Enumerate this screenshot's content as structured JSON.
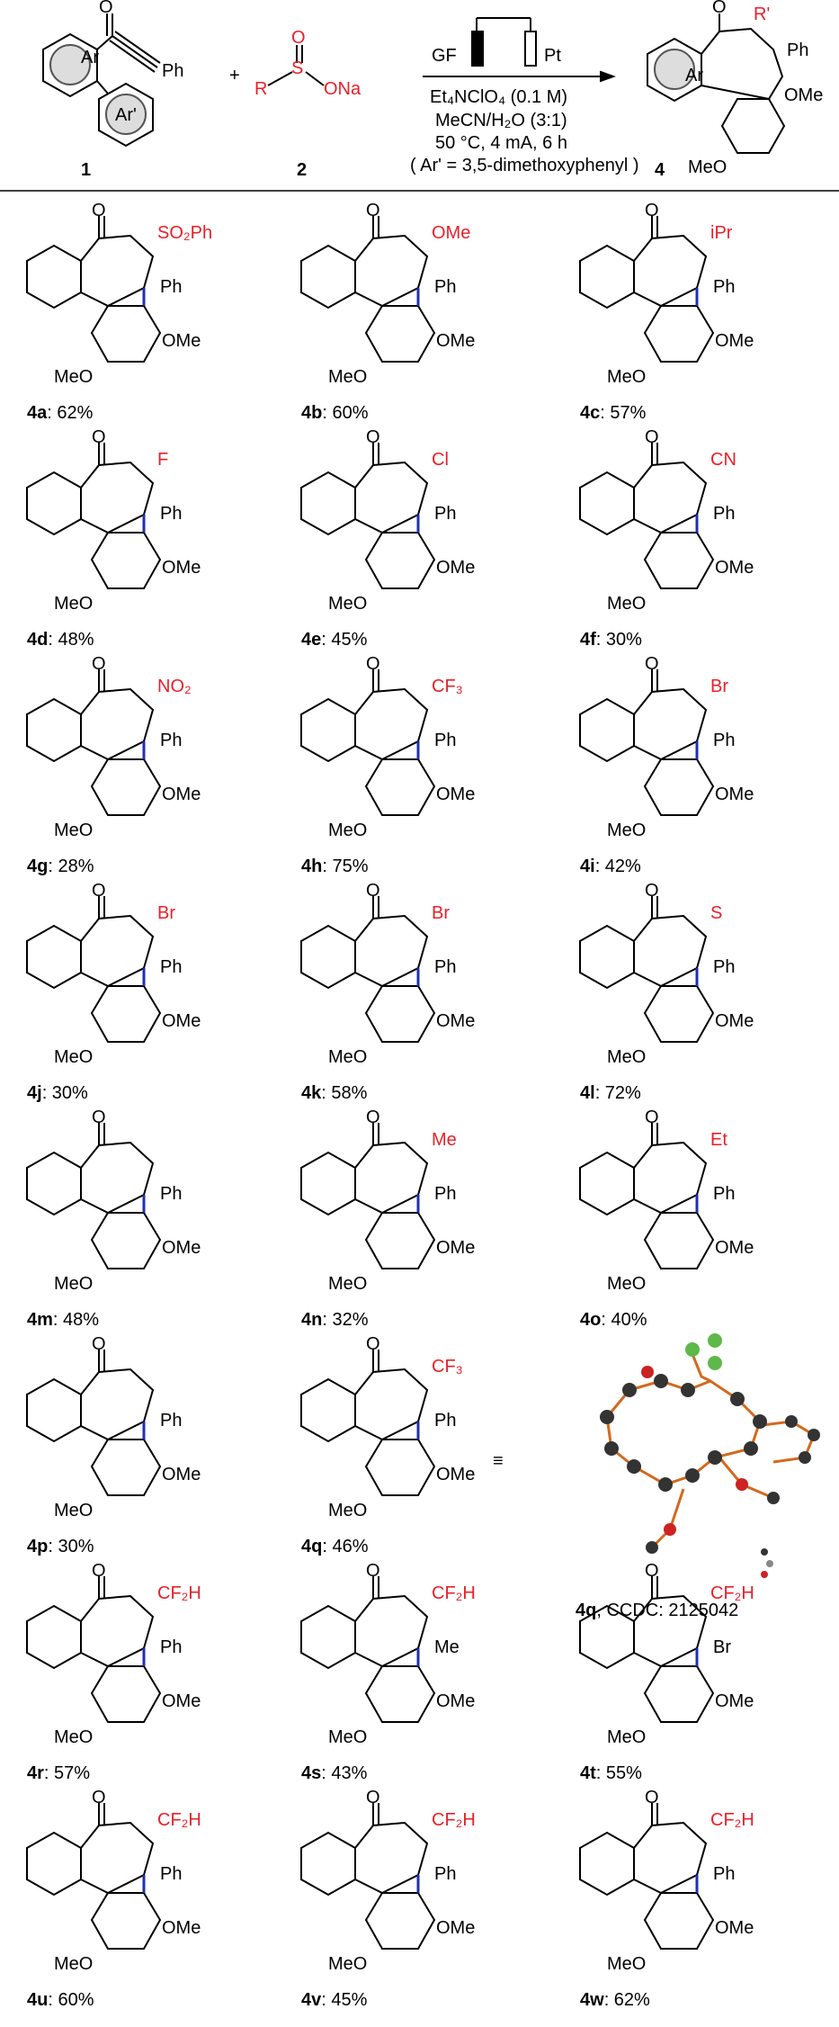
{
  "scheme": {
    "reactant1_label": "1",
    "reactant2_label": "2",
    "product_label": "4",
    "plus": "+",
    "ar": "Ar",
    "ar_prime": "Ar'",
    "ph": "Ph",
    "sulfinate_r": "R",
    "sulfinate_ona": "ONa",
    "product_r": "R'",
    "ome": "OMe",
    "meo": "MeO",
    "electrode_left": "GF",
    "electrode_right": "Pt",
    "conditions": [
      "Et₄NClO₄ (0.1 M)",
      "MeCN/H₂O (3:1)",
      "50 °C, 4 mA, 6 h",
      "( Ar' = 3,5-dimethoxyphenyl )"
    ]
  },
  "colors": {
    "accent": "#e8202a",
    "bond": "#000000",
    "new_bond": "#1f2fb5"
  },
  "products": [
    {
      "id": "4a",
      "yield": ": 62%",
      "group": "SO₂Ph",
      "aryl": "Ph"
    },
    {
      "id": "4b",
      "yield": ": 60%",
      "group": "OMe",
      "aryl": "Ph"
    },
    {
      "id": "4c",
      "yield": ": 57%",
      "group": "iPr",
      "aryl": "Ph"
    },
    {
      "id": "4d",
      "yield": ": 48%",
      "group": "F",
      "aryl": "Ph"
    },
    {
      "id": "4e",
      "yield": ": 45%",
      "group": "Cl",
      "aryl": "Ph"
    },
    {
      "id": "4f",
      "yield": ": 30%",
      "group": "CN",
      "aryl": "Ph"
    },
    {
      "id": "4g",
      "yield": ": 28%",
      "group": "NO₂",
      "aryl": "Ph"
    },
    {
      "id": "4h",
      "yield": ": 75%",
      "group": "CF₃",
      "aryl": "Ph"
    },
    {
      "id": "4i",
      "yield": ": 42%",
      "group": "Br",
      "aryl": "Ph"
    },
    {
      "id": "4j",
      "yield": ": 30%",
      "group": "Br",
      "aryl": "Ph"
    },
    {
      "id": "4k",
      "yield": ": 58%",
      "group": "Br",
      "aryl": "Ph"
    },
    {
      "id": "4l",
      "yield": ": 72%",
      "group": "S",
      "aryl": "Ph"
    },
    {
      "id": "4m",
      "yield": ": 48%",
      "group": "",
      "aryl": "Ph"
    },
    {
      "id": "4n",
      "yield": ": 32%",
      "group": "Me",
      "aryl": "Ph"
    },
    {
      "id": "4o",
      "yield": ": 40%",
      "group": "Et",
      "aryl": "Ph"
    },
    {
      "id": "4p",
      "yield": ": 30%",
      "group": "",
      "aryl": "Ph"
    },
    {
      "id": "4q",
      "yield": ": 46%",
      "group": "CF₃",
      "aryl": "Ph"
    },
    {
      "id": "4r",
      "yield": ": 57%",
      "group": "CF₂H",
      "aryl": "Ph"
    },
    {
      "id": "4s",
      "yield": ": 43%",
      "group": "CF₂H",
      "aryl": "Me"
    },
    {
      "id": "4t",
      "yield": ": 55%",
      "group": "CF₂H",
      "aryl": "Br"
    },
    {
      "id": "4u",
      "yield": ": 60%",
      "group": "CF₂H",
      "aryl": "Ph"
    },
    {
      "id": "4v",
      "yield": ": 45%",
      "group": "CF₂H",
      "aryl": "Ph"
    },
    {
      "id": "4w",
      "yield": ": 62%",
      "group": "CF₂H",
      "aryl": "Ph"
    }
  ],
  "crystal": {
    "id": "4q",
    "caption": ", CCDC: 2125042"
  },
  "equiv_symbol": "≡"
}
